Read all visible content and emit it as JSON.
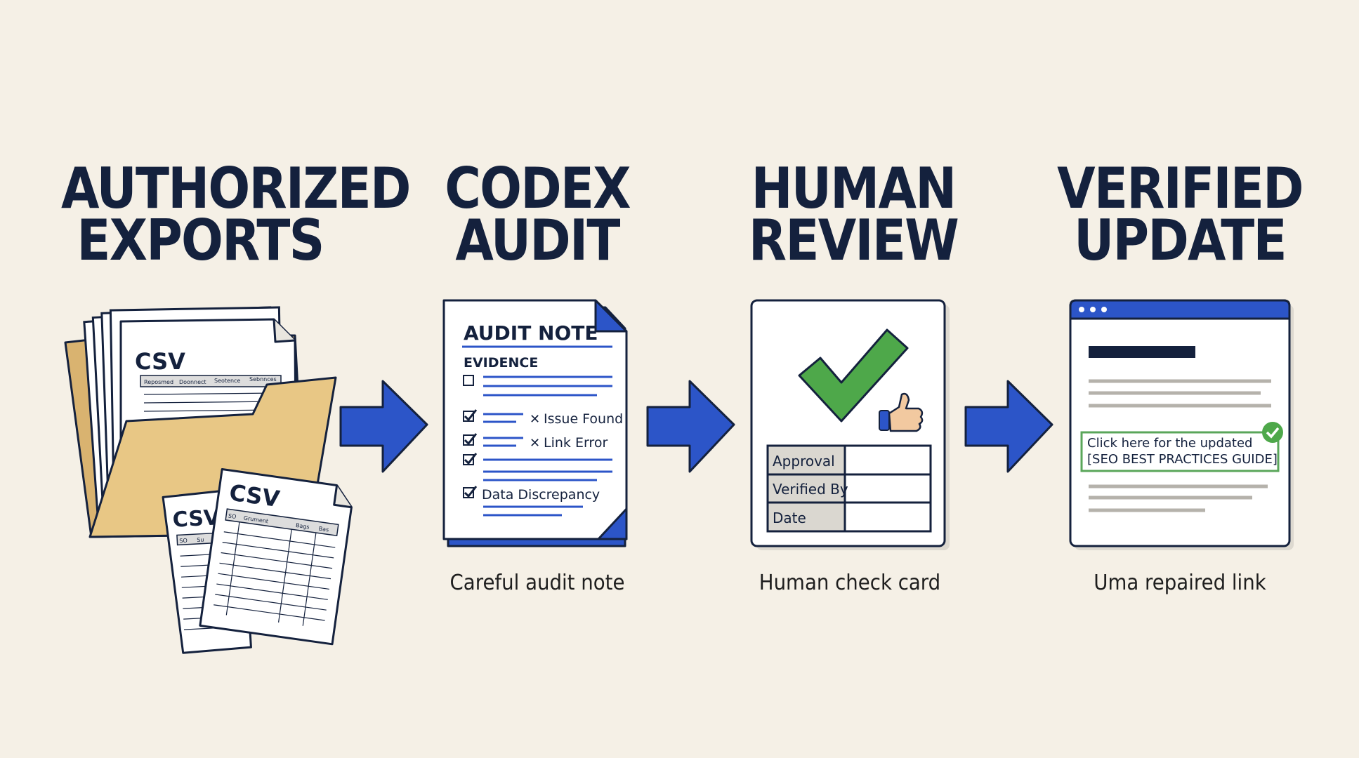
{
  "stages": [
    {
      "title_line1": "AUTHORIZED",
      "title_line2": "EXPORTS",
      "caption": "",
      "csv_label": "CSV",
      "columns": [
        "Reposmed",
        "Doonnect",
        "Seotence",
        "Sebnnces"
      ],
      "front_columns": [
        "SO",
        "Grument",
        "Bags",
        "Bas"
      ],
      "back_columns": [
        "SO",
        "Su"
      ]
    },
    {
      "title_line1": "CODEX",
      "title_line2": "AUDIT",
      "caption": "Careful audit note",
      "note_title": "AUDIT NOTE",
      "evidence_label": "EVIDENCE",
      "items": [
        "Issue Found",
        "Link Error",
        "Data Discrepancy"
      ]
    },
    {
      "title_line1": "HUMAN",
      "title_line2": "REVIEW",
      "caption": "Human check card",
      "rows": [
        "Approval",
        "Verified By",
        "Date"
      ]
    },
    {
      "title_line1": "VERIFIED",
      "title_line2": "UPDATE",
      "caption": "Uma repaired link",
      "link_line1": "Click here for the updated",
      "link_line2": "[SEO BEST PRACTICES GUIDE]"
    }
  ],
  "colors": {
    "background": "#f5f0e6",
    "navy": "#14213d",
    "arrow_blue": "#2c55c8",
    "check_green": "#4ea84a",
    "folder": "#e8c785",
    "link_border": "#5aa65a"
  },
  "icons": [
    "folder-icon",
    "csv-file-icon",
    "audit-note-icon",
    "checkmark-icon",
    "thumbs-up-icon",
    "browser-window-icon",
    "arrow-right-icon"
  ]
}
